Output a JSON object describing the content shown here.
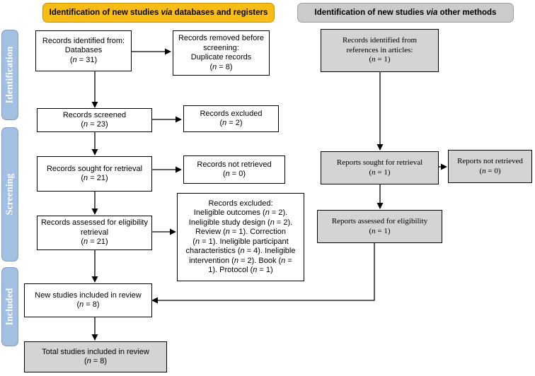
{
  "headers": {
    "left": {
      "pre": "Identification of new studies ",
      "em": "via",
      "post": " databases and registers"
    },
    "right": {
      "pre": "Identification of new studies ",
      "em": "via",
      "post": " other methods"
    }
  },
  "phases": {
    "identification": "Identification",
    "screening": "Screening",
    "included": "Included"
  },
  "left": {
    "identified": {
      "l1": "Records identified from:",
      "l2": "Databases",
      "n": " = 31)"
    },
    "removed": {
      "l1": "Records removed before",
      "l2": "screening:",
      "l3": "Duplicate records",
      "n": " = 8)"
    },
    "screened": {
      "l1": "Records screened",
      "n": " = 23)"
    },
    "excluded": {
      "l1": "Records excluded",
      "n": " = 2)"
    },
    "sought": {
      "l1": "Records sought for retrieval",
      "n": " = 21)"
    },
    "not_retrieved": {
      "l1": "Records not retrieved",
      "n": " = 0)"
    },
    "assessed": {
      "l1": "Records assessed for eligibility",
      "l2": "retrieval",
      "n": " = 21)"
    },
    "excluded_reasons": {
      "l1": "Records excluded:",
      "l2": "Ineligible outcomes (",
      "l2b": " = 2).",
      "l3": "Ineligible study design (",
      "l3b": " = 2).",
      "l4": "Review (",
      "l4b": " = 1). Correction",
      "l5": "(",
      "l5b": " = 1). Ineligible participant",
      "l6": "characteristics (",
      "l6b": " = 4). Ineligible",
      "l7": "intervention (",
      "l7b": " = 2). Book (",
      "l7c": " =",
      "l8": "1). Protocol (",
      "l8b": " = 1)"
    },
    "included": {
      "l1": "New studies included in review",
      "n": " = 8)"
    },
    "total": {
      "l1": "Total studies included in review",
      "n": " = 8)"
    }
  },
  "right": {
    "identified": {
      "l1": "Records identified from",
      "l2": "references in articles:",
      "n": " = 1)"
    },
    "sought": {
      "l1": "Reports sought for retrieval",
      "n": " = 1)"
    },
    "not_retrieved": {
      "l1": "Reports not retrieved",
      "n": " = 0)"
    },
    "assessed": {
      "l1": "Reports assessed for eligibility",
      "n": " = 1)"
    }
  },
  "n_symbol": "n",
  "open_paren": "(",
  "colors": {
    "left_header": "#f7bd16",
    "right_header": "#cbcbcb",
    "phase": "#a3bfe2",
    "gray_box": "#d4d4d4"
  }
}
